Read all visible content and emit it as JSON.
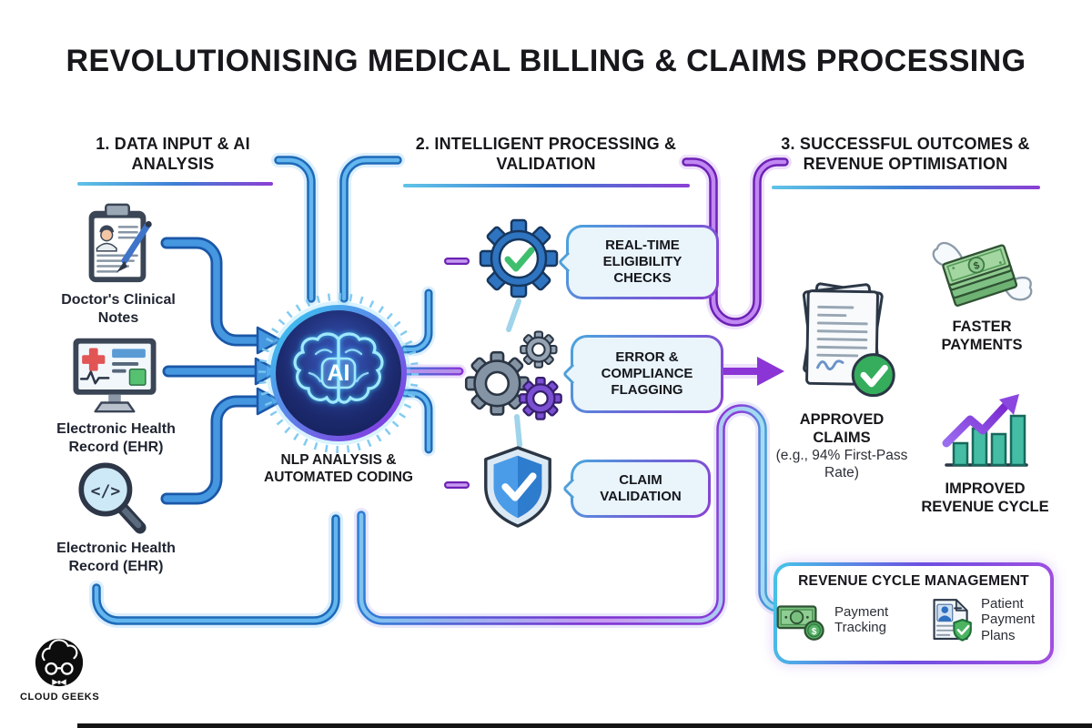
{
  "title": "REVOLUTIONISING MEDICAL BILLING & CLAIMS PROCESSING",
  "sections": [
    {
      "label": "1. DATA INPUT & AI ANALYSIS"
    },
    {
      "label": "2. INTELLIGENT PROCESSING & VALIDATION"
    },
    {
      "label": "3. SUCCESSFUL OUTCOMES & REVENUE OPTIMISATION"
    }
  ],
  "inputs": [
    {
      "label": "Doctor's Clinical Notes",
      "icon": "clipboard-doctor-icon"
    },
    {
      "label": "Electronic Health Record (EHR)",
      "icon": "ehr-monitor-icon"
    },
    {
      "label": "Electronic Health Record (EHR)",
      "icon": "code-magnifier-icon"
    }
  ],
  "ai": {
    "badge": "AI",
    "label": "NLP ANALYSIS & AUTOMATED CODING",
    "icon": "ai-brain-icon"
  },
  "processing": [
    {
      "label": "REAL-TIME ELIGIBILITY CHECKS",
      "icon": "gear-check-icon"
    },
    {
      "label": "ERROR & COMPLIANCE FLAGGING",
      "icon": "gears-icon"
    },
    {
      "label": "CLAIM VALIDATION",
      "icon": "shield-check-icon"
    }
  ],
  "outcomes": {
    "approved": {
      "label": "APPROVED CLAIMS",
      "sub": "(e.g., 94% First-Pass Rate)",
      "icon": "approved-documents-icon"
    },
    "faster": {
      "label": "FASTER PAYMENTS",
      "icon": "winged-money-icon"
    },
    "revenue": {
      "label": "IMPROVED REVENUE CYCLE",
      "icon": "growth-chart-icon"
    }
  },
  "rcm": {
    "title": "REVENUE CYCLE MANAGEMENT",
    "items": [
      {
        "label": "Payment Tracking",
        "icon": "money-coin-icon"
      },
      {
        "label": "Patient Payment Plans",
        "icon": "patient-plan-icon"
      }
    ]
  },
  "logo": {
    "text": "CLOUD GEEKS",
    "icon": "cloud-geek-face-icon"
  },
  "glyphs": {
    "dollar": "$",
    "code": "</>"
  },
  "colors": {
    "accent_blue": "#2f86d8",
    "accent_purple": "#8b3fd4",
    "bubble_fill": "#e9f4fb",
    "check_green": "#35ad5c",
    "teal_bar": "#45bca4"
  }
}
